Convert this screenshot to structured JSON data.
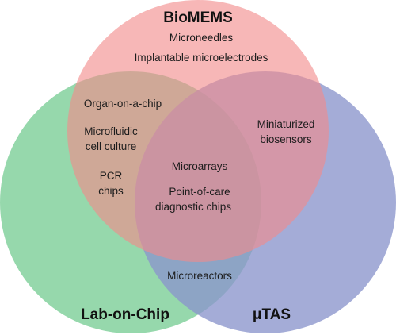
{
  "sets": {
    "biomems": {
      "label": "BioMEMS",
      "color": "#f28a8a"
    },
    "lab_on_chip": {
      "label": "Lab-on-Chip",
      "color": "#7fcf9a"
    },
    "utas": {
      "label": "μTAS",
      "color": "#8a95cc"
    }
  },
  "regions": {
    "biomems_only": [
      "Microneedles",
      "Implantable microelectrodes"
    ],
    "biomems_lab": [
      "Organ-on-a-chip",
      "Microfluidic",
      "cell culture",
      "PCR",
      "chips"
    ],
    "biomems_utas": [
      "Miniaturized",
      "biosensors"
    ],
    "all_three": [
      "Microarrays",
      "Point-of-care",
      "diagnostic chips"
    ],
    "lab_utas": [
      "Microreactors"
    ]
  }
}
